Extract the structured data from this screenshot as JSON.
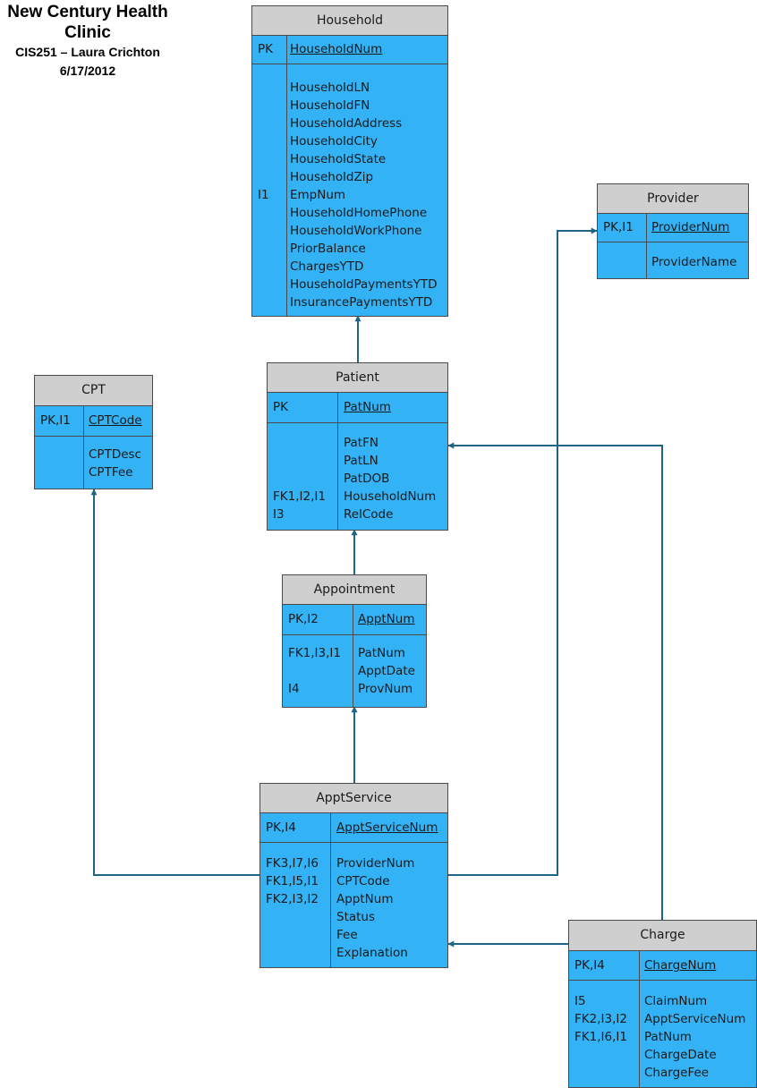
{
  "header": {
    "title_line1": "New Century Health",
    "title_line2": "Clinic",
    "subtitle": "CIS251 – Laura Crichton",
    "date": "6/17/2012"
  },
  "colors": {
    "entity_body": "#33b3f6",
    "entity_title": "#cfcfcf",
    "connector": "#1e6586"
  },
  "entities": {
    "household": {
      "name": "Household",
      "pk": {
        "key": "PK",
        "attr": "HouseholdNum"
      },
      "keys": [
        "",
        "",
        "",
        "",
        "",
        "",
        "I1",
        "",
        "",
        "",
        "",
        "",
        ""
      ],
      "attrs": [
        "HouseholdLN",
        "HouseholdFN",
        "HouseholdAddress",
        "HouseholdCity",
        "HouseholdState",
        "HouseholdZip",
        "EmpNum",
        "HouseholdHomePhone",
        "HouseholdWorkPhone",
        "PriorBalance",
        "ChargesYTD",
        "HouseholdPaymentsYTD",
        "InsurancePaymentsYTD"
      ]
    },
    "provider": {
      "name": "Provider",
      "pk": {
        "key": "PK,I1",
        "attr": "ProviderNum"
      },
      "keys": [
        ""
      ],
      "attrs": [
        "ProviderName"
      ]
    },
    "cpt": {
      "name": "CPT",
      "pk": {
        "key": "PK,I1",
        "attr": "CPTCode"
      },
      "keys": [
        "",
        ""
      ],
      "attrs": [
        "CPTDesc",
        "CPTFee"
      ]
    },
    "patient": {
      "name": "Patient",
      "pk": {
        "key": "PK",
        "attr": "PatNum"
      },
      "keys": [
        "",
        "",
        "",
        "FK1,I2,I1",
        "I3"
      ],
      "attrs": [
        "PatFN",
        "PatLN",
        "PatDOB",
        "HouseholdNum",
        "RelCode"
      ]
    },
    "appointment": {
      "name": "Appointment",
      "pk": {
        "key": "PK,I2",
        "attr": "ApptNum"
      },
      "keys": [
        "FK1,I3,I1",
        "",
        "I4"
      ],
      "attrs": [
        "PatNum",
        "ApptDate",
        "ProvNum"
      ]
    },
    "apptservice": {
      "name": "ApptService",
      "pk": {
        "key": "PK,I4",
        "attr": "ApptServiceNum"
      },
      "keys": [
        "FK3,I7,I6",
        "FK1,I5,I1",
        "FK2,I3,I2",
        "",
        "",
        ""
      ],
      "attrs": [
        "ProviderNum",
        "CPTCode",
        "ApptNum",
        "Status",
        "Fee",
        "Explanation"
      ]
    },
    "charge": {
      "name": "Charge",
      "pk": {
        "key": "PK,I4",
        "attr": "ChargeNum"
      },
      "keys": [
        "I5",
        "FK2,I3,I2",
        "FK1,I6,I1",
        "",
        ""
      ],
      "attrs": [
        "ClaimNum",
        "ApptServiceNum",
        "PatNum",
        "ChargeDate",
        "ChargeFee"
      ]
    }
  }
}
